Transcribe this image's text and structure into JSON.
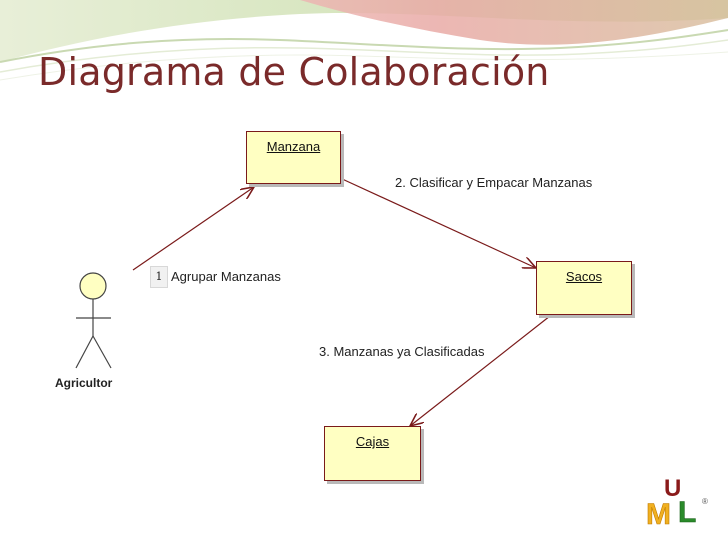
{
  "title": "Diagrama de Colaboración",
  "objects": {
    "manzana": "Manzana",
    "sacos": "Sacos",
    "cajas": "Cajas"
  },
  "actor": "Agricultor",
  "messages": {
    "m1_number": "1",
    "m1_text": "Agrupar Manzanas",
    "m2": "2. Clasificar y Empacar Manzanas",
    "m3": "3. Manzanas ya Clasificadas"
  },
  "logo": {
    "text": "UML",
    "mark": "®"
  },
  "colors": {
    "title": "#7a2a2a",
    "object_fill": "#ffffc2",
    "object_border": "#7a1a1a",
    "arrow": "#7a1a1a",
    "actor_head": "#ffffc2"
  }
}
